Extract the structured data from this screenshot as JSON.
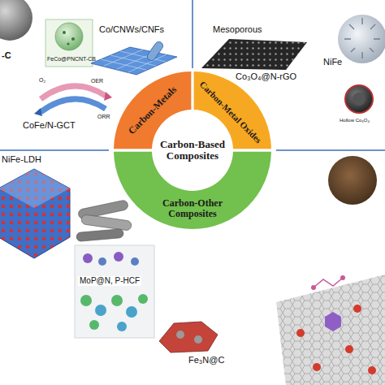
{
  "diagram": {
    "nodes": [
      {
        "text": [
          "Carbon-Metals"
        ]
      },
      {
        "text": [
          "Carbon-Metal Oxides"
        ]
      },
      {
        "text": [
          "Carbon-Based Composites"
        ]
      },
      {
        "text": [
          "Carbon-Other Composites"
        ]
      }
    ],
    "labels": [
      "-C",
      "FeCo@PNCNT-CB",
      "Co/CNWs/CNFs",
      "O₂",
      "OER",
      "ORR",
      "CoFe/N-GCT",
      "Mesoporous",
      "Co₃O₄@N-rGO",
      "NiFe",
      "Hollow Co₃O₄",
      "NiFe-LDH",
      "MoP@N, P-HCF",
      "Fe₃N@C"
    ]
  }
}
